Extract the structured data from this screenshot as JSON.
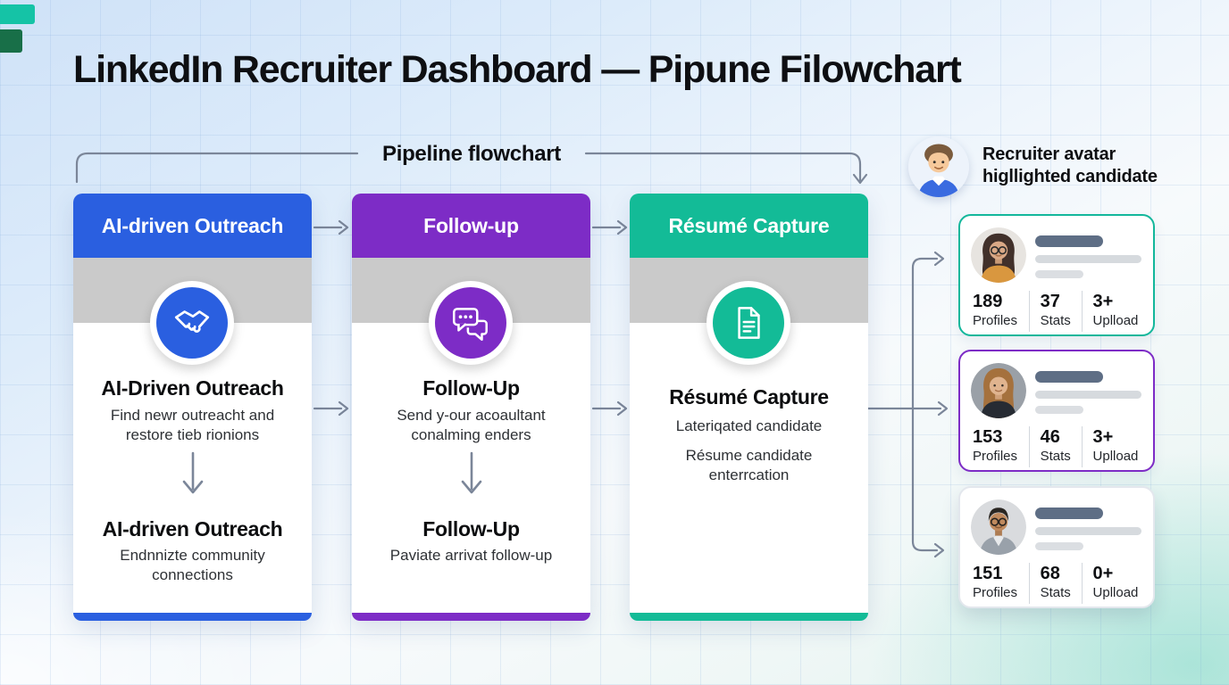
{
  "page": {
    "title": "LinkedIn Recruiter Dashboard — Pipune Filowchart"
  },
  "flow": {
    "label": "Pipeline flowchart"
  },
  "colors": {
    "blue": "#2a5fe0",
    "purple": "#7d2cc6",
    "teal": "#13bb97",
    "gray_band": "#cacaca",
    "connector": "#7b8699",
    "card1_border": "#13b79b",
    "card2_border": "#7d2cc6",
    "card3_border": "#e3e7ed"
  },
  "columns": [
    {
      "header": "AI-driven Outreach",
      "icon": "handshake-icon",
      "section1": {
        "heading": "AI-Driven Outreach",
        "body": "Find newr outreacht and restore tieb rionions"
      },
      "section2": {
        "heading": "AI-driven Outreach",
        "body": "Endnnizte community connections"
      }
    },
    {
      "header": "Follow-up",
      "icon": "chat-bubbles-icon",
      "section1": {
        "heading": "Follow-Up",
        "body": "Send y-our acoaultant conalming enders"
      },
      "section2": {
        "heading": "Follow-Up",
        "body": "Paviate arrivat follow-up"
      }
    },
    {
      "header": "Résumé Capture",
      "icon": "document-icon",
      "section1": {
        "heading": "Résumé Capture",
        "body": "Lateriqated candidate"
      },
      "section2": {
        "heading": "",
        "body": "Résume candidate enterrcation"
      }
    }
  ],
  "sidebar": {
    "label_line1": "Recruiter avatar",
    "label_line2": "higllighted candidate",
    "cards": [
      {
        "stats": [
          {
            "value": "189",
            "label": "Profiles"
          },
          {
            "value": "37",
            "label": "Stats"
          },
          {
            "value": "3+",
            "label": "Uplload"
          }
        ]
      },
      {
        "stats": [
          {
            "value": "153",
            "label": "Profiles"
          },
          {
            "value": "46",
            "label": "Stats"
          },
          {
            "value": "3+",
            "label": "Uplload"
          }
        ]
      },
      {
        "stats": [
          {
            "value": "151",
            "label": "Profiles"
          },
          {
            "value": "68",
            "label": "Stats"
          },
          {
            "value": "0+",
            "label": "Uplload"
          }
        ]
      }
    ]
  }
}
